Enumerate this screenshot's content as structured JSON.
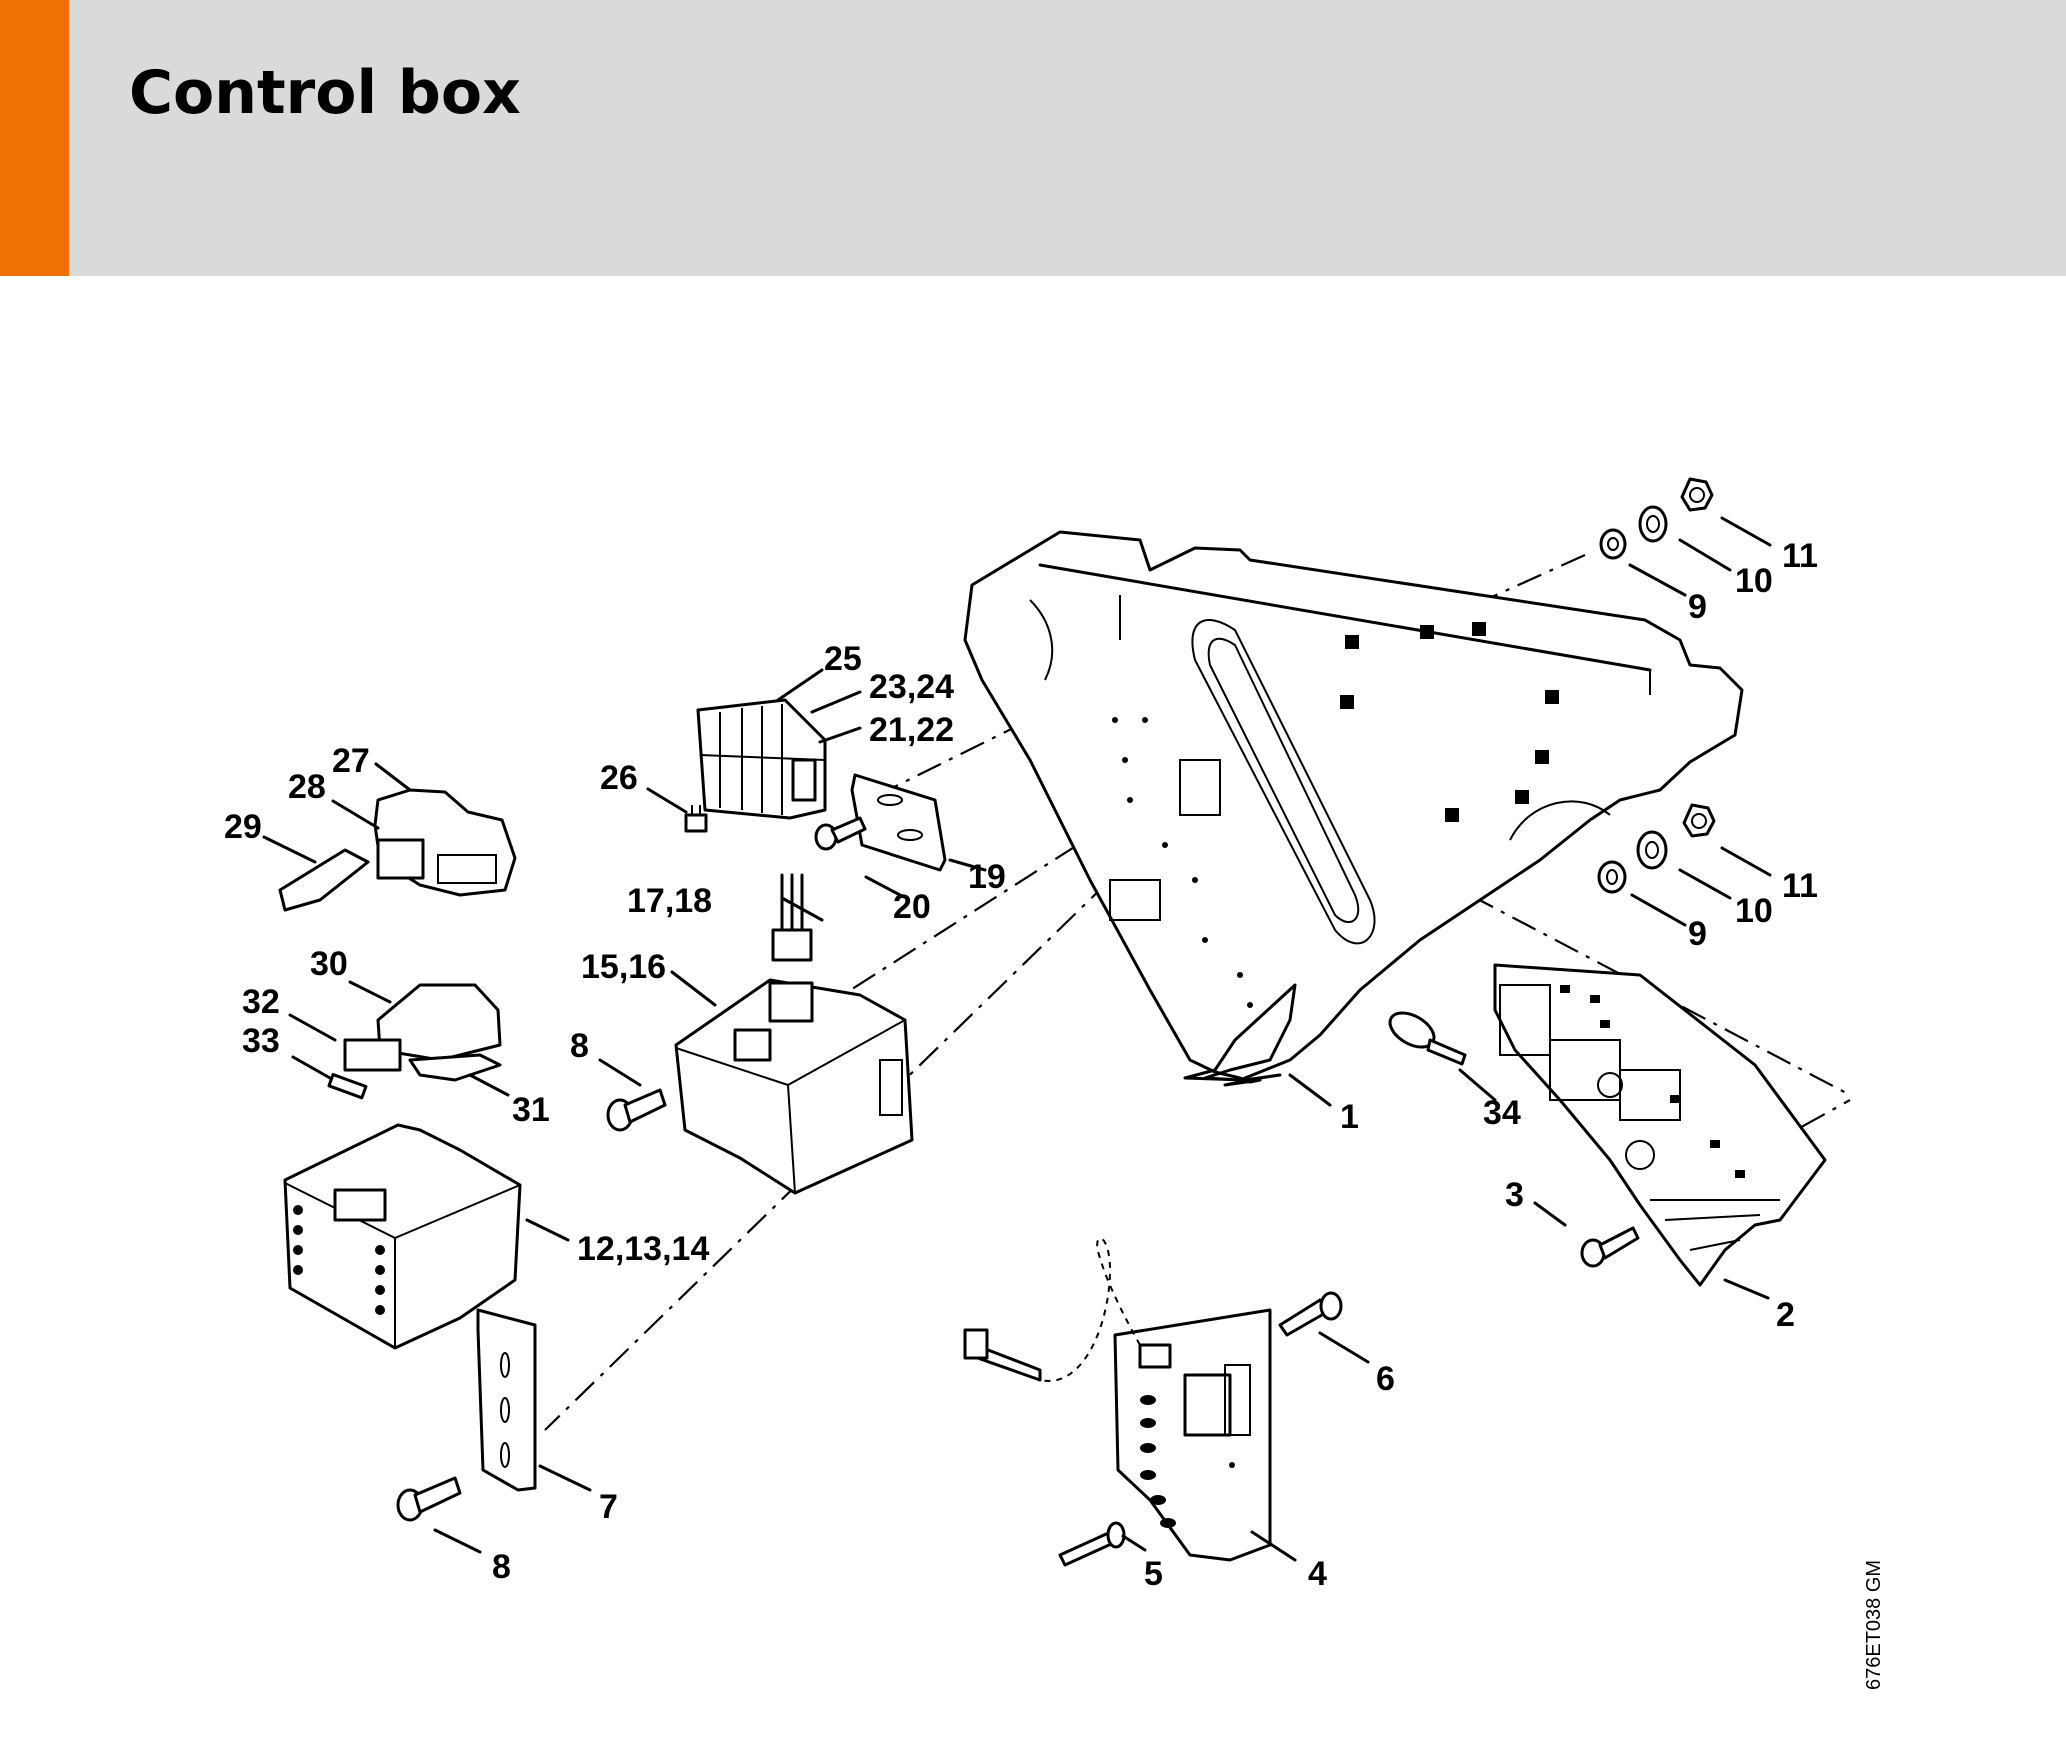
{
  "header": {
    "title": "Control box",
    "accent_color": "#ee7203",
    "band_color": "#d9dada"
  },
  "diagram": {
    "drawing_code": "676ET038 GM",
    "callouts": [
      {
        "id": "c1",
        "text": "1"
      },
      {
        "id": "c2",
        "text": "2"
      },
      {
        "id": "c3",
        "text": "3"
      },
      {
        "id": "c4",
        "text": "4"
      },
      {
        "id": "c5",
        "text": "5"
      },
      {
        "id": "c6",
        "text": "6"
      },
      {
        "id": "c7",
        "text": "7"
      },
      {
        "id": "c8a",
        "text": "8"
      },
      {
        "id": "c8b",
        "text": "8"
      },
      {
        "id": "c9a",
        "text": "9"
      },
      {
        "id": "c9b",
        "text": "9"
      },
      {
        "id": "c10a",
        "text": "10"
      },
      {
        "id": "c10b",
        "text": "10"
      },
      {
        "id": "c11a",
        "text": "11"
      },
      {
        "id": "c11b",
        "text": "11"
      },
      {
        "id": "c12",
        "text": "12,13,14"
      },
      {
        "id": "c15",
        "text": "15,16"
      },
      {
        "id": "c17",
        "text": "17,18"
      },
      {
        "id": "c19",
        "text": "19"
      },
      {
        "id": "c20",
        "text": "20"
      },
      {
        "id": "c21",
        "text": "21,22"
      },
      {
        "id": "c23",
        "text": "23,24"
      },
      {
        "id": "c25",
        "text": "25"
      },
      {
        "id": "c26",
        "text": "26"
      },
      {
        "id": "c27",
        "text": "27"
      },
      {
        "id": "c28",
        "text": "28"
      },
      {
        "id": "c29",
        "text": "29"
      },
      {
        "id": "c30",
        "text": "30"
      },
      {
        "id": "c31",
        "text": "31"
      },
      {
        "id": "c32",
        "text": "32"
      },
      {
        "id": "c33",
        "text": "33"
      },
      {
        "id": "c34",
        "text": "34"
      }
    ]
  }
}
